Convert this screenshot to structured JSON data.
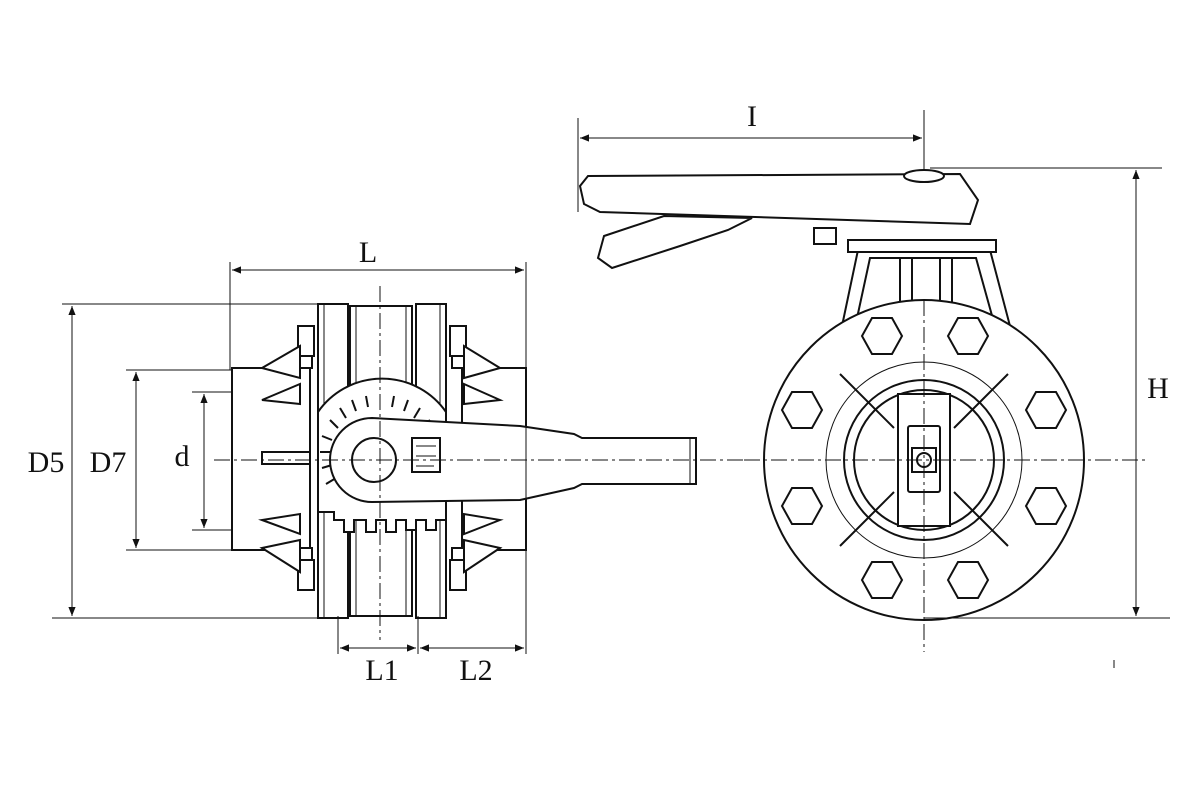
{
  "dimension_labels": {
    "L": "L",
    "L1": "L1",
    "L2": "L2",
    "D5": "D5",
    "D7": "D7",
    "d": "d",
    "I": "I",
    "H": "H"
  }
}
